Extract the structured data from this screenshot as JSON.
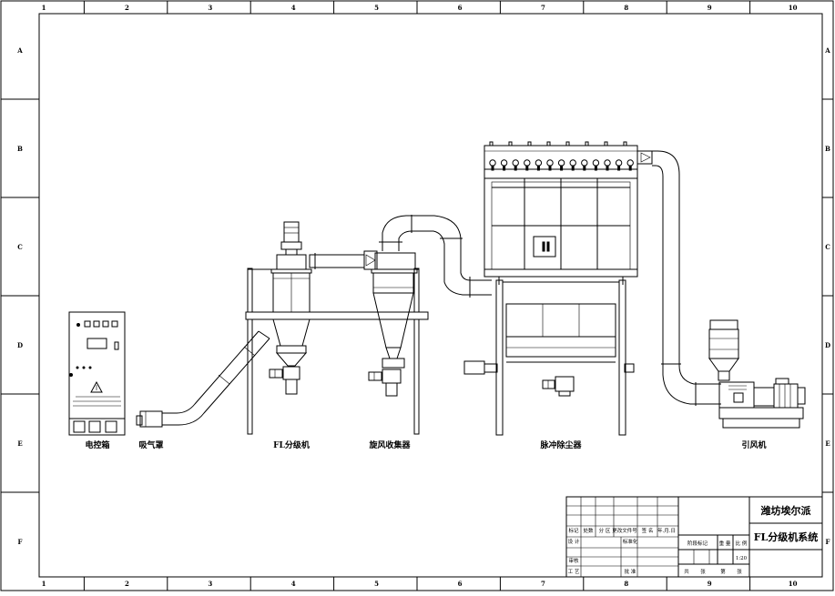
{
  "frame": {
    "columns": [
      "1",
      "2",
      "3",
      "4",
      "5",
      "6",
      "7",
      "8",
      "9",
      "10"
    ],
    "rows": [
      "A",
      "B",
      "C",
      "D",
      "E",
      "F"
    ]
  },
  "equipment": {
    "control_cabinet": "电控箱",
    "intake_hood": "吸气罩",
    "classifier": "FL分级机",
    "cyclone": "旋风收集器",
    "dust_collector": "脉冲除尘器",
    "fan": "引风机"
  },
  "title_block": {
    "company": "潍坊埃尔派",
    "drawing_title": "FL分级机系统",
    "scale": "1:20",
    "headers": {
      "mark": "标记",
      "count": "处数",
      "zone": "分 区",
      "change_doc": "更改文件号",
      "sign": "签 名",
      "date": "年.月.日",
      "design": "设 计",
      "standardize": "标准化",
      "review": "审核",
      "process": "工 艺",
      "approve": "批 准",
      "stage_mark": "阶段标记",
      "weight": "重 量",
      "ratio": "比 例",
      "total": "共",
      "sheets": "张",
      "sheet_no": "第",
      "sheet_unit": "张"
    }
  }
}
